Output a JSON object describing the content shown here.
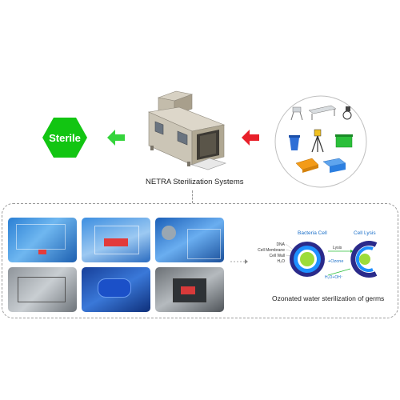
{
  "top": {
    "sterile_label": "Sterile",
    "system_caption": "NETRA Sterilization Systems"
  },
  "diagram": {
    "bacteria_cell_label": "Bacteria Cell",
    "cell_lysis_label": "Cell Lysis",
    "parts": [
      "DNA",
      "Cell Membrane",
      "Cell Wall",
      "H₂O"
    ],
    "lysis_arrow_label": "Lysis",
    "ozone_label": "+Ozone",
    "byproduct_label": "H₂O+OH⁻",
    "caption": "Ozonated water sterilization of germs"
  },
  "colors": {
    "hexagon": "#12c512",
    "green_arrow": "#35d43c",
    "red_arrow": "#e8202a",
    "frame_dash": "#9a9a9a",
    "cell_outer": "#2a2a8a",
    "cell_mid": "#1e90ff",
    "cell_core": "#9ddc3a"
  },
  "icons": [
    "chair-icon",
    "bed-icon",
    "wheelchair-icon",
    "trash-bin-icon",
    "tripod-icon",
    "container-icon",
    "tray-icon",
    "basket-icon"
  ]
}
